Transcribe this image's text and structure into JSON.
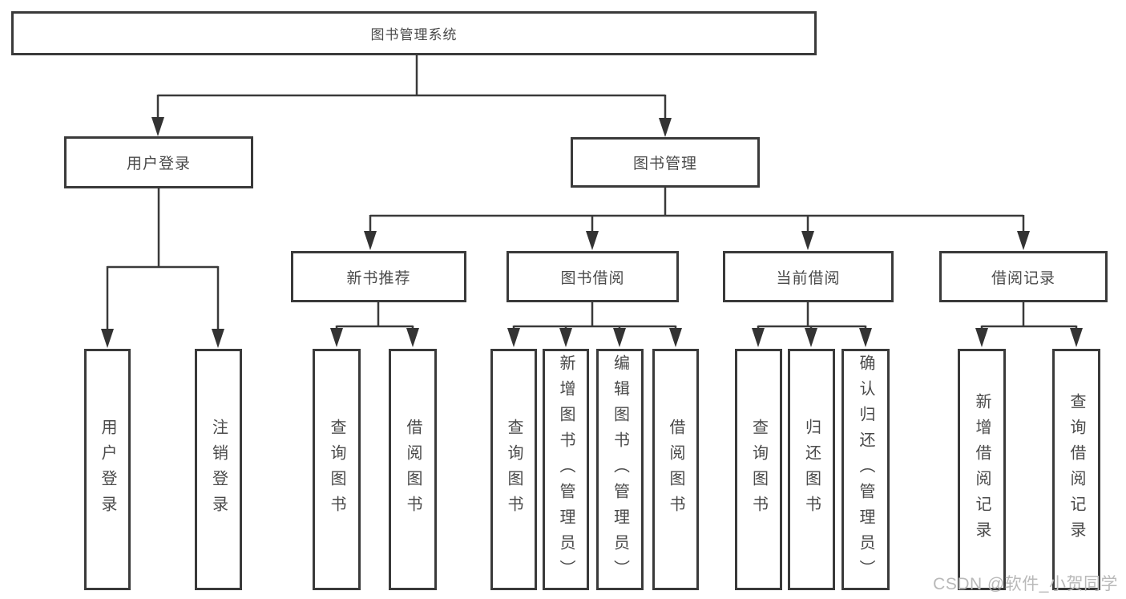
{
  "diagram": {
    "type": "hierarchy-tree",
    "root": {
      "label": "图书管理系统",
      "children": [
        {
          "label": "用户登录",
          "children": [
            {
              "label": "用户登录"
            },
            {
              "label": "注销登录"
            }
          ]
        },
        {
          "label": "图书管理",
          "children": [
            {
              "label": "新书推荐",
              "children": [
                {
                  "label": "查询图书"
                },
                {
                  "label": "借阅图书"
                }
              ]
            },
            {
              "label": "图书借阅",
              "children": [
                {
                  "label": "查询图书"
                },
                {
                  "label": "新增图书（管理员）"
                },
                {
                  "label": "编辑图书（管理员）"
                },
                {
                  "label": "借阅图书"
                }
              ]
            },
            {
              "label": "当前借阅",
              "children": [
                {
                  "label": "查询图书"
                },
                {
                  "label": "归还图书"
                },
                {
                  "label": "确认归还（管理员）"
                }
              ]
            },
            {
              "label": "借阅记录",
              "children": [
                {
                  "label": "新增借阅记录"
                },
                {
                  "label": "查询借阅记录"
                }
              ]
            }
          ]
        }
      ]
    }
  },
  "watermark": {
    "text": "CSDN @软件_小贺同学"
  },
  "colors": {
    "line": "#3a3a3a",
    "box_border": "#3a3a3a",
    "text": "#4a4a4a",
    "watermark": "#b9b9b9",
    "background": "#ffffff"
  }
}
